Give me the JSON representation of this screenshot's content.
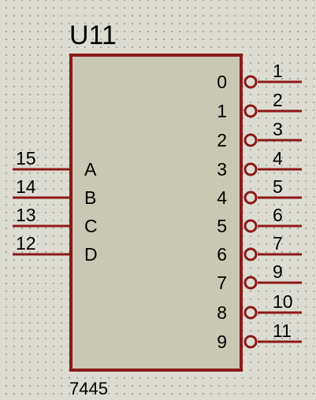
{
  "component": {
    "reference": "U11",
    "part": "7445",
    "colors": {
      "body_fill": "#c8c8b4",
      "outline": "#8b1a1a",
      "text": "#000000",
      "background": "#dcdcd2"
    }
  },
  "input_pins": [
    {
      "label": "A",
      "number": "15"
    },
    {
      "label": "B",
      "number": "14"
    },
    {
      "label": "C",
      "number": "13"
    },
    {
      "label": "D",
      "number": "12"
    }
  ],
  "output_pins": [
    {
      "label": "0",
      "number": "1"
    },
    {
      "label": "1",
      "number": "2"
    },
    {
      "label": "2",
      "number": "3"
    },
    {
      "label": "3",
      "number": "4"
    },
    {
      "label": "4",
      "number": "5"
    },
    {
      "label": "5",
      "number": "6"
    },
    {
      "label": "6",
      "number": "7"
    },
    {
      "label": "7",
      "number": "9"
    },
    {
      "label": "8",
      "number": "10"
    },
    {
      "label": "9",
      "number": "11"
    }
  ]
}
